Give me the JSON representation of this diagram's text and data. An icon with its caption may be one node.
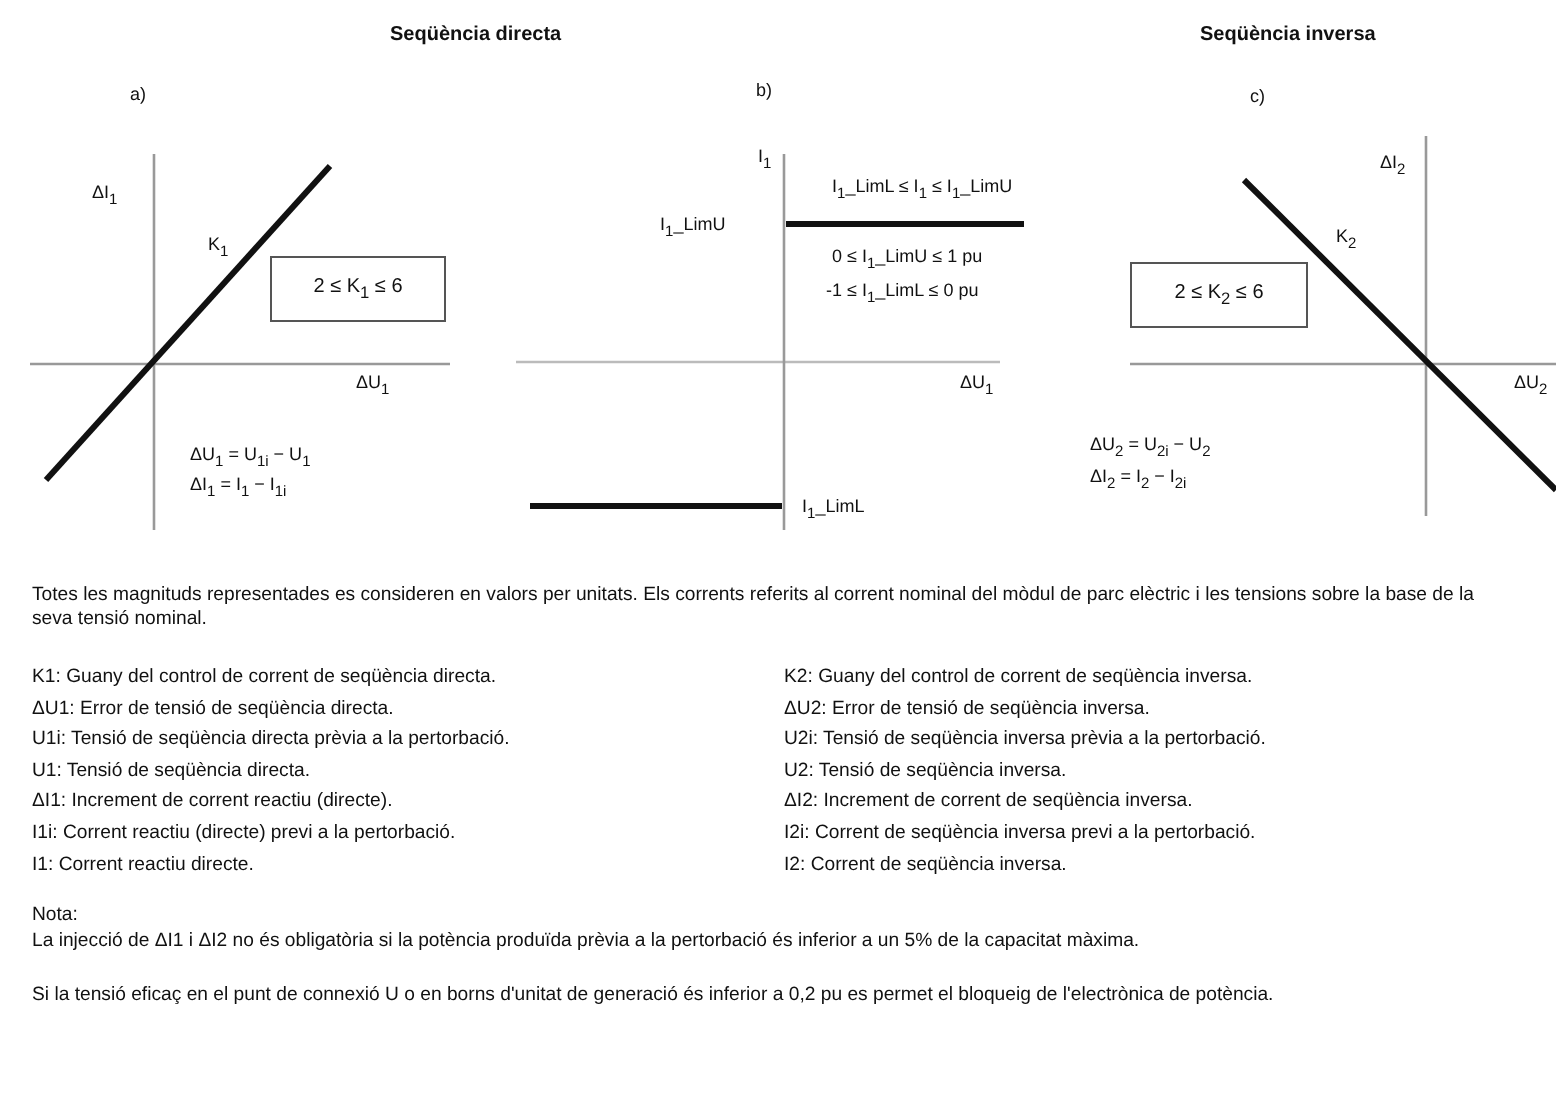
{
  "diagram": {
    "nodes": [
      {
        "text": [
          "2 ≤ K$_{1}$ ≤ 6"
        ]
      },
      {
        "text": [
          "2 ≤ K$_{2}$ ≤ 6"
        ]
      }
    ],
    "labels": [
      "Seqüència directa",
      "Seqüència inversa",
      "a)",
      "b)",
      "c)",
      "ΔI$_{1}$",
      "K$_{1}$",
      "I$_{1}$",
      "I$_{1}$_LimL ≤ I$_{1}$ ≤ I$_{1}$_LimU",
      "ΔI$_{2}$",
      "K$_{2}$",
      "I$_{1}$_LimU",
      "0 ≤ I$_{1}$_LimU ≤ 1 pu",
      "-1 ≤ I$_{1}$_LimL ≤ 0 pu",
      "ΔU$_{1}$",
      "ΔU$_{1}$",
      "ΔU$_{2}$",
      "ΔU$_{1}$ = U$_{1i}$ − U$_{1}$",
      "ΔI$_{1}$ = I$_{1}$ − I$_{1i}$",
      "ΔU$_{2}$ = U$_{2i}$ − U$_{2}$",
      "ΔI$_{2}$ = I$_{2}$ − I$_{2i}$",
      "I$_{1}$_LimL",
      "Totes les magnituds representades es consideren en valors per unitats. Els corrents referits al corrent nominal del mòdul de parc elèctric i les tensions sobre la base de la seva tensió nominal.",
      "K1: Guany del control de corrent de seqüència directa.",
      "K2: Guany del control de corrent de seqüència inversa.",
      "ΔU1: Error de tensió de seqüència directa.",
      "ΔU2: Error de tensió de seqüència inversa.",
      "U1i: Tensió de seqüència directa prèvia a la pertorbació.",
      "U2i: Tensió de seqüència inversa prèvia a la pertorbació.",
      "U1: Tensió de seqüència directa.",
      "U2: Tensió de seqüència inversa.",
      "ΔI1: Increment de corrent reactiu (directe).",
      "ΔI2: Increment de corrent de seqüència inversa.",
      "I1i: Corrent reactiu (directe) previ a la pertorbació.",
      "I2i: Corrent de seqüència inversa previ a la pertorbació.",
      "I1: Corrent reactiu directe.",
      "I2: Corrent de seqüència inversa.",
      "Nota:",
      "La injecció de ΔI1 i ΔI2 no és obligatòria si la potència produïda prèvia a la pertorbació és inferior a un 5% de la capacitat màxima.",
      "Si la tensió eficaç en el punt de connexió U o en borns d'unitat de generació és inferior a 0,2 pu es permet el bloqueig de l'electrònica de potència."
    ]
  }
}
